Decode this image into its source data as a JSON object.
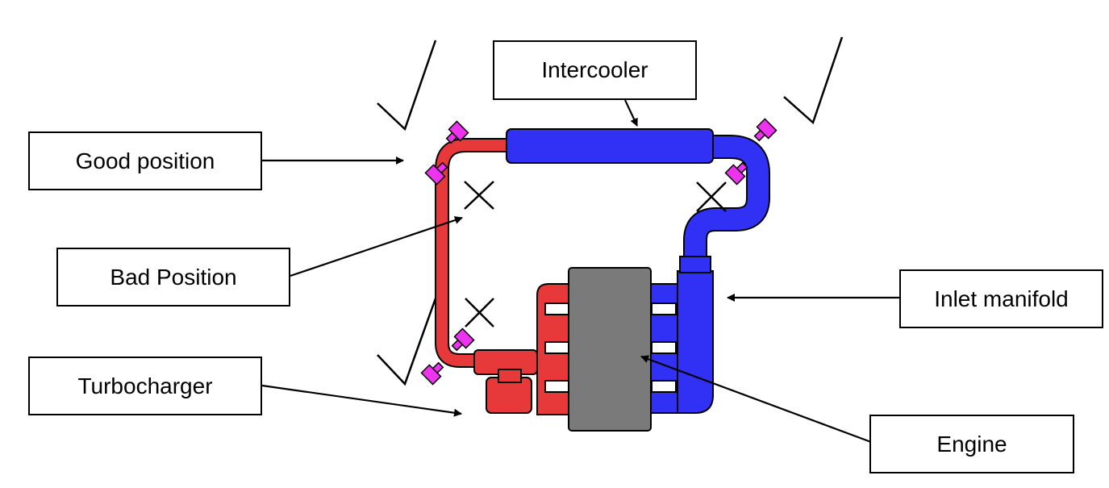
{
  "labels": {
    "intercooler": "Intercooler",
    "good_position": "Good position",
    "bad_position": "Bad Position",
    "inlet_manifold": "Inlet manifold",
    "turbocharger": "Turbocharger",
    "engine": "Engine"
  },
  "marks": {
    "good": "√",
    "bad": "×"
  },
  "colors": {
    "hot_pipe": "#e8393a",
    "cold_pipe": "#3131f5",
    "engine_block": "#7a7a7a",
    "sensor": "#ee33ee",
    "outline": "#000000"
  }
}
